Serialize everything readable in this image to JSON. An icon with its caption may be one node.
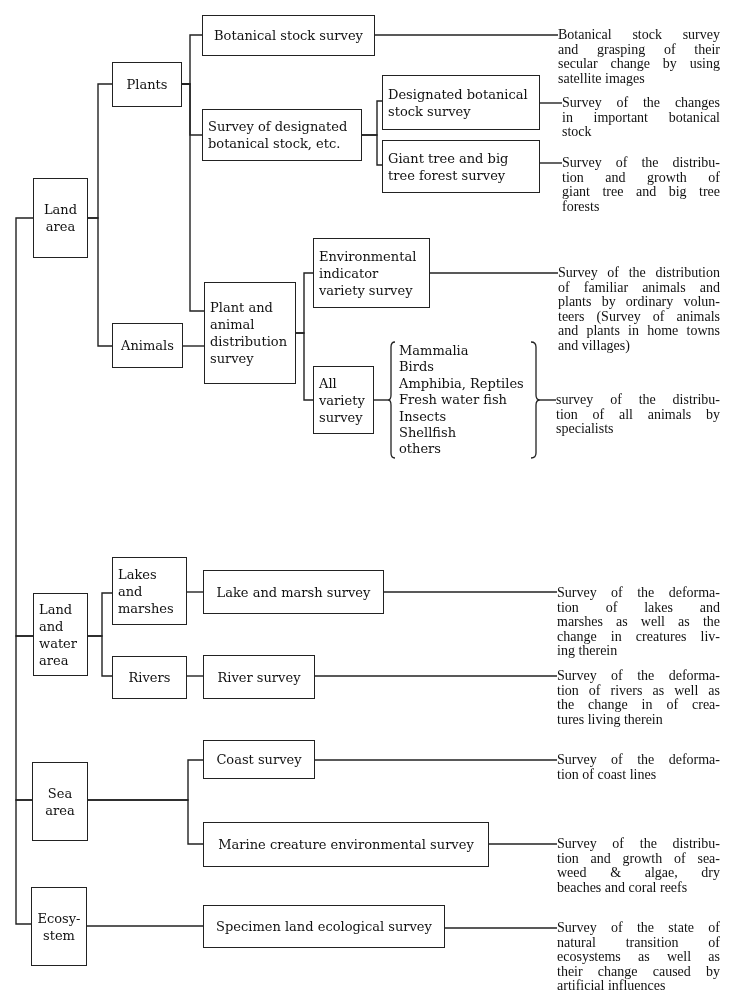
{
  "diagram": {
    "nodes": [
      {
        "text": [
          "Land area"
        ]
      },
      {
        "text": [
          "Plants"
        ]
      },
      {
        "text": [
          "Animals"
        ]
      },
      {
        "text": [
          "Botanical stock survey"
        ]
      },
      {
        "text": [
          "Survey of designated botanical stock, etc."
        ]
      },
      {
        "text": [
          "Designated botanical stock survey"
        ]
      },
      {
        "text": [
          "Giant tree and big tree forest survey"
        ]
      },
      {
        "text": [
          "Plant and animal distribution survey"
        ]
      },
      {
        "text": [
          "Environmental indicator variety survey"
        ]
      },
      {
        "text": [
          "All variety survey"
        ]
      },
      {
        "text": [
          "Mammalia",
          "Birds",
          "Amphibia, Reptiles",
          "Fresh water fish",
          "Insects",
          "Shellfish",
          "others"
        ]
      },
      {
        "text": [
          "Botanical stock survey and grasping of their secular change by using satellite images"
        ]
      },
      {
        "text": [
          "Survey of the changes in important botanical stock"
        ]
      },
      {
        "text": [
          "Survey of the distribu- tion and growth of giant tree and big tree forests"
        ]
      },
      {
        "text": [
          "Survey of the distribution of familiar animals and plants by ordinary volun- teers (Survey of animals and plants in home towns and villages)"
        ]
      },
      {
        "text": [
          "survey of the distribu- tion of all animals by specialists"
        ]
      },
      {
        "text": [
          "Land and water area"
        ]
      },
      {
        "text": [
          "Lakes and marshes"
        ]
      },
      {
        "text": [
          "Rivers"
        ]
      },
      {
        "text": [
          "Lake and marsh survey"
        ]
      },
      {
        "text": [
          "River survey"
        ]
      },
      {
        "text": [
          "Survey of the deforma- tion of lakes and marshes as well as the change in creatures liv- ing therein"
        ]
      },
      {
        "text": [
          "Survey of the deforma- tion of rivers as well as the change in of crea- tures living therein"
        ]
      },
      {
        "text": [
          "Sea area"
        ]
      },
      {
        "text": [
          "Coast survey"
        ]
      },
      {
        "text": [
          "Marine creature environmental survey"
        ]
      },
      {
        "text": [
          "Survey of the deforma- tion of coast lines"
        ]
      },
      {
        "text": [
          "Survey of the distribu- tion and growth of sea- weed & algae, dry beaches and coral reefs"
        ]
      },
      {
        "text": [
          "Ecosy- stem"
        ]
      },
      {
        "text": [
          "Specimen land ecological survey"
        ]
      },
      {
        "text": [
          "Survey of the state of natural transition of ecosystems as well as their change caused by artificial influences"
        ]
      }
    ],
    "edges": [
      {
        "from": 0,
        "to": 16,
        "arrow": "none"
      },
      {
        "from": 16,
        "to": 23,
        "arrow": "none"
      },
      {
        "from": 23,
        "to": 28,
        "arrow": "none"
      },
      {
        "from": 0,
        "to": 1,
        "arrow": "none"
      },
      {
        "from": 0,
        "to": 2,
        "arrow": "none"
      },
      {
        "from": 1,
        "to": 3,
        "arrow": "none"
      },
      {
        "from": 1,
        "to": 4,
        "arrow": "none"
      },
      {
        "from": 1,
        "to": 7,
        "arrow": "none"
      },
      {
        "from": 2,
        "to": 7,
        "arrow": "none"
      },
      {
        "from": 4,
        "to": 5,
        "arrow": "none"
      },
      {
        "from": 4,
        "to": 6,
        "arrow": "none"
      },
      {
        "from": 7,
        "to": 8,
        "arrow": "none"
      },
      {
        "from": 7,
        "to": 9,
        "arrow": "none"
      },
      {
        "from": 9,
        "to": 10,
        "arrow": "none"
      },
      {
        "from": 3,
        "to": 11,
        "arrow": "none"
      },
      {
        "from": 5,
        "to": 12,
        "arrow": "none"
      },
      {
        "from": 6,
        "to": 13,
        "arrow": "none"
      },
      {
        "from": 8,
        "to": 14,
        "arrow": "none"
      },
      {
        "from": 10,
        "to": 15,
        "arrow": "none"
      },
      {
        "from": 16,
        "to": 17,
        "arrow": "none"
      },
      {
        "from": 16,
        "to": 18,
        "arrow": "none"
      },
      {
        "from": 17,
        "to": 19,
        "arrow": "none"
      },
      {
        "from": 18,
        "to": 20,
        "arrow": "none"
      },
      {
        "from": 19,
        "to": 21,
        "arrow": "none"
      },
      {
        "from": 20,
        "to": 22,
        "arrow": "none"
      },
      {
        "from": 23,
        "to": 24,
        "arrow": "none"
      },
      {
        "from": 23,
        "to": 25,
        "arrow": "none"
      },
      {
        "from": 24,
        "to": 26,
        "arrow": "none"
      },
      {
        "from": 25,
        "to": 27,
        "arrow": "none"
      },
      {
        "from": 28,
        "to": 29,
        "arrow": "none"
      },
      {
        "from": 29,
        "to": 30,
        "arrow": "none"
      }
    ]
  }
}
